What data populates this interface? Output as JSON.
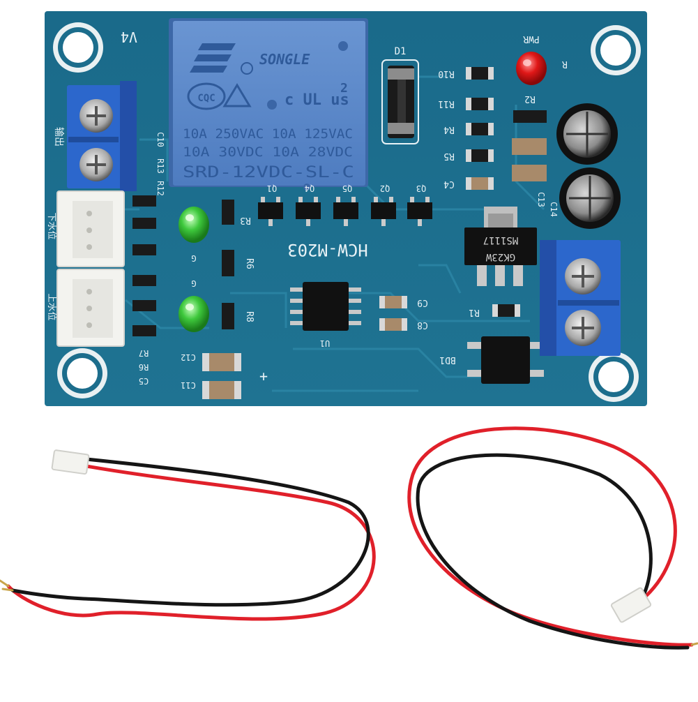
{
  "board": {
    "model": "HCW-M203",
    "version": "V4",
    "pcb_color": "#1f6f8f",
    "silk_color": "#e8f2f6"
  },
  "relay": {
    "brand": "SONGLE",
    "cert_mark": "CQC",
    "ul_mark": "c UL us",
    "ul_number": "2",
    "rating_line_1": "10A 250VAC  10A 125VAC",
    "rating_line_2": "10A 30VDC  10A 28VDC",
    "part_number": "SRD-12VDC-SL-C",
    "color": "#4f7fc2"
  },
  "chips": {
    "regulator": "MS1117",
    "regulator_code": "GK23W",
    "u1_label": "U1"
  },
  "silkscreen": {
    "pwr": "PWR",
    "d1": "D1",
    "r": "R",
    "r10": "R10",
    "r11": "R11",
    "r4": "R4",
    "r5": "R5",
    "r2": "R2",
    "c4": "C4",
    "c13": "C13",
    "c14": "C14",
    "r3": "R3",
    "r6": "R6",
    "r8": "R8",
    "r1": "R1",
    "c9": "C9",
    "c8": "C8",
    "bd1": "BD1",
    "q1": "Q1",
    "q4": "Q4",
    "q5": "Q5",
    "q2": "Q2",
    "q3": "Q3",
    "c10": "C10",
    "r13": "R13",
    "r12": "R12",
    "c12": "C12",
    "c11": "C11",
    "r7": "R7",
    "r6b": "R6",
    "c5": "C5",
    "g1": "G",
    "g2": "G",
    "plus": "+",
    "out_label": "输出",
    "low_label": "下水位",
    "high_label": "上水位"
  },
  "colors": {
    "terminal_blue": "#2f6fd6",
    "wire_red": "#e0202a",
    "wire_black": "#151515",
    "led_red": "#e01818",
    "led_green": "#3ec83c",
    "connector_white": "#f1f1ee"
  }
}
